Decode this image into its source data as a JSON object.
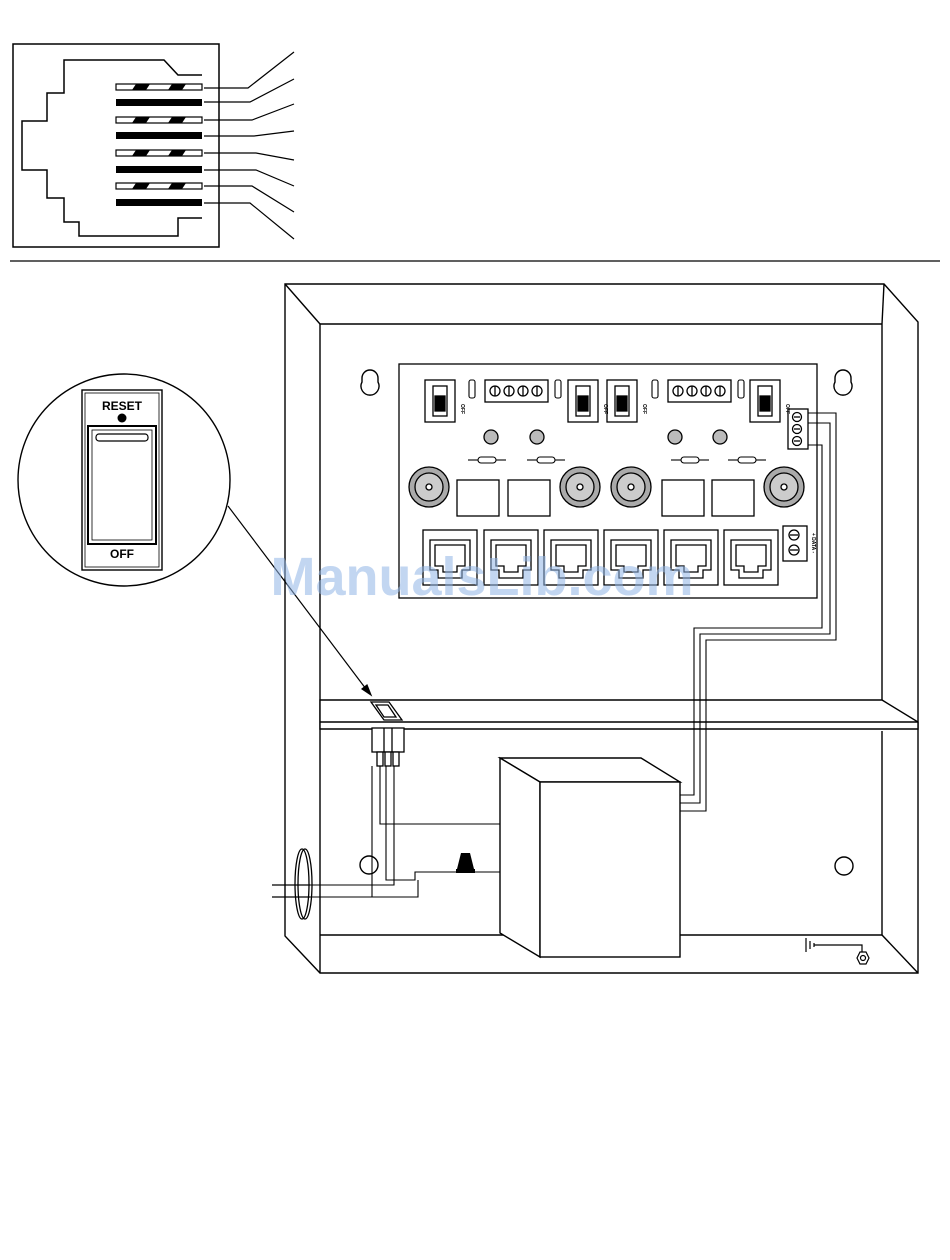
{
  "diagram": {
    "switch_callout": {
      "reset_label": "RESET",
      "off_label": "OFF"
    },
    "board": {
      "dip_switch_label": "OFF",
      "data_terminal_label": "+ DATA -"
    },
    "watermark": "ManualsLib.com",
    "colors": {
      "ink": "#000000",
      "paper": "#ffffff",
      "watermark": "#8fb4e6"
    }
  }
}
